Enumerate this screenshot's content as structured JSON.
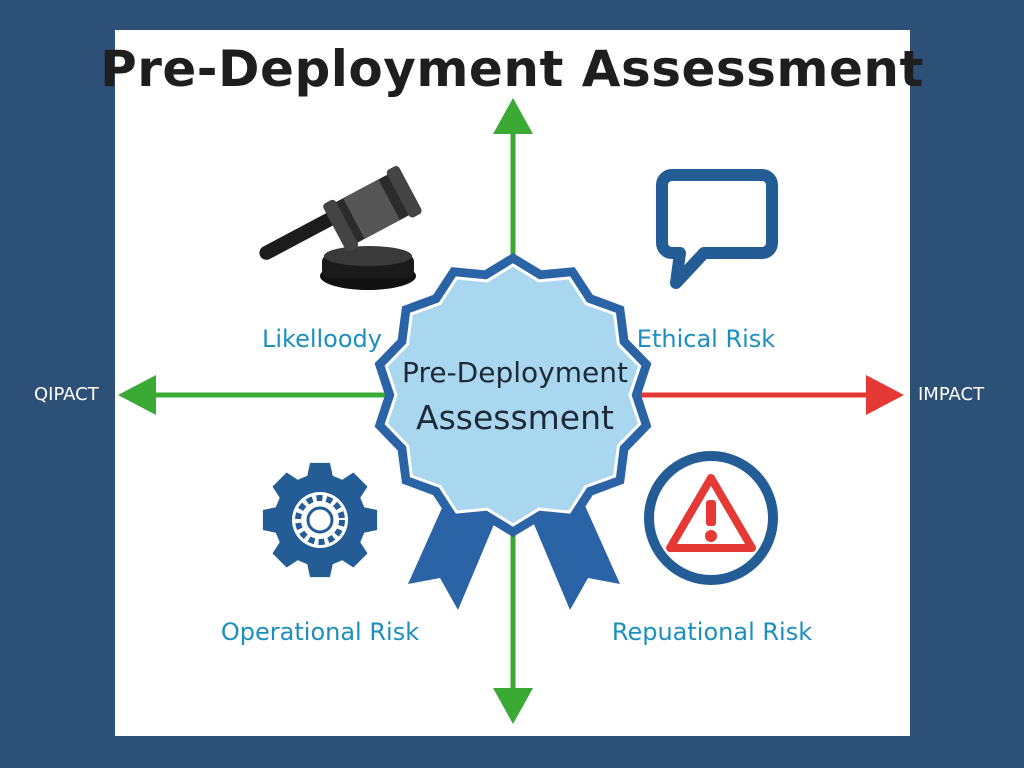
{
  "title": "Pre-Deployment Assessment",
  "center": {
    "line1": "Pre-Deployment",
    "line2": "Assessment"
  },
  "axes": {
    "left": "QIPACT",
    "right": "IMPACT"
  },
  "quadrants": {
    "top_left": {
      "label": "Likelloody",
      "icon": "gavel-icon"
    },
    "top_right": {
      "label": "Ethical Risk",
      "icon": "speech-bubble-icon"
    },
    "bottom_left": {
      "label": "Operational Risk",
      "icon": "gear-icon"
    },
    "bottom_right": {
      "label": "Repuational Risk",
      "icon": "warning-icon"
    }
  },
  "colors": {
    "background": "#2d5176",
    "arrow_green": "#3aaa35",
    "arrow_red": "#e53935",
    "icon_blue": "#245d96",
    "label_blue": "#1b8fbe",
    "badge_fill": "#a9d7ef"
  }
}
